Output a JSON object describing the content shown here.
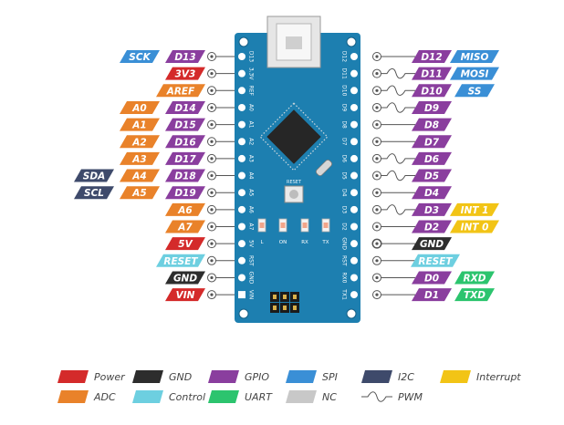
{
  "colors": {
    "power": "#d42a2a",
    "gnd": "#2d2d2d",
    "gpio": "#8a3e9e",
    "spi": "#3a8fd6",
    "i2c": "#3e4a6b",
    "interrupt": "#f2c416",
    "adc": "#e9822a",
    "control": "#6dcfe0",
    "uart": "#2cc46e",
    "nc": "#c8c8c8",
    "board": "#1d7fb0",
    "board_dark": "#145f86"
  },
  "left_rows": [
    {
      "board": "D13",
      "labels": [
        {
          "text": "SCK",
          "type": "spi"
        },
        {
          "text": "D13",
          "type": "gpio"
        }
      ]
    },
    {
      "board": "3.3V",
      "labels": [
        {
          "text": "3V3",
          "type": "power"
        }
      ]
    },
    {
      "board": "REF",
      "labels": [
        {
          "text": "AREF",
          "type": "adc"
        }
      ]
    },
    {
      "board": "A0",
      "labels": [
        {
          "text": "A0",
          "type": "adc"
        },
        {
          "text": "D14",
          "type": "gpio"
        }
      ]
    },
    {
      "board": "A1",
      "labels": [
        {
          "text": "A1",
          "type": "adc"
        },
        {
          "text": "D15",
          "type": "gpio"
        }
      ]
    },
    {
      "board": "A2",
      "labels": [
        {
          "text": "A2",
          "type": "adc"
        },
        {
          "text": "D16",
          "type": "gpio"
        }
      ]
    },
    {
      "board": "A3",
      "labels": [
        {
          "text": "A3",
          "type": "adc"
        },
        {
          "text": "D17",
          "type": "gpio"
        }
      ]
    },
    {
      "board": "A4",
      "labels": [
        {
          "text": "SDA",
          "type": "i2c"
        },
        {
          "text": "A4",
          "type": "adc"
        },
        {
          "text": "D18",
          "type": "gpio"
        }
      ]
    },
    {
      "board": "A5",
      "labels": [
        {
          "text": "SCL",
          "type": "i2c"
        },
        {
          "text": "A5",
          "type": "adc"
        },
        {
          "text": "D19",
          "type": "gpio"
        }
      ]
    },
    {
      "board": "A6",
      "labels": [
        {
          "text": "A6",
          "type": "adc"
        }
      ]
    },
    {
      "board": "A7",
      "labels": [
        {
          "text": "A7",
          "type": "adc"
        }
      ]
    },
    {
      "board": "5V",
      "labels": [
        {
          "text": "5V",
          "type": "power"
        }
      ]
    },
    {
      "board": "RST",
      "labels": [
        {
          "text": "RESET",
          "type": "control"
        }
      ]
    },
    {
      "board": "GND",
      "labels": [
        {
          "text": "GND",
          "type": "gnd"
        }
      ]
    },
    {
      "board": "VIN",
      "labels": [
        {
          "text": "VIN",
          "type": "power"
        }
      ]
    }
  ],
  "right_rows": [
    {
      "board": "D12",
      "pwm": false,
      "labels": [
        {
          "text": "D12",
          "type": "gpio"
        },
        {
          "text": "MISO",
          "type": "spi"
        }
      ]
    },
    {
      "board": "D11",
      "pwm": true,
      "labels": [
        {
          "text": "D11",
          "type": "gpio"
        },
        {
          "text": "MOSI",
          "type": "spi"
        }
      ]
    },
    {
      "board": "D10",
      "pwm": true,
      "labels": [
        {
          "text": "D10",
          "type": "gpio"
        },
        {
          "text": "SS",
          "type": "spi"
        }
      ]
    },
    {
      "board": "D9",
      "pwm": true,
      "labels": [
        {
          "text": "D9",
          "type": "gpio"
        }
      ]
    },
    {
      "board": "D8",
      "pwm": false,
      "labels": [
        {
          "text": "D8",
          "type": "gpio"
        }
      ]
    },
    {
      "board": "D7",
      "pwm": false,
      "labels": [
        {
          "text": "D7",
          "type": "gpio"
        }
      ]
    },
    {
      "board": "D6",
      "pwm": true,
      "labels": [
        {
          "text": "D6",
          "type": "gpio"
        }
      ]
    },
    {
      "board": "D5",
      "pwm": true,
      "labels": [
        {
          "text": "D5",
          "type": "gpio"
        }
      ]
    },
    {
      "board": "D4",
      "pwm": false,
      "labels": [
        {
          "text": "D4",
          "type": "gpio"
        }
      ]
    },
    {
      "board": "D3",
      "pwm": true,
      "labels": [
        {
          "text": "D3",
          "type": "gpio"
        },
        {
          "text": "INT 1",
          "type": "interrupt"
        }
      ]
    },
    {
      "board": "D2",
      "pwm": false,
      "labels": [
        {
          "text": "D2",
          "type": "gpio"
        },
        {
          "text": "INT 0",
          "type": "interrupt"
        }
      ]
    },
    {
      "board": "GND",
      "pwm": false,
      "labels": [
        {
          "text": "GND",
          "type": "gnd"
        }
      ]
    },
    {
      "board": "RST",
      "pwm": false,
      "labels": [
        {
          "text": "RESET",
          "type": "control"
        }
      ]
    },
    {
      "board": "RX0",
      "pwm": false,
      "labels": [
        {
          "text": "D0",
          "type": "gpio"
        },
        {
          "text": "RXD",
          "type": "uart"
        }
      ]
    },
    {
      "board": "TX1",
      "pwm": false,
      "labels": [
        {
          "text": "D1",
          "type": "gpio"
        },
        {
          "text": "TXD",
          "type": "uart"
        }
      ]
    }
  ],
  "board": {
    "reset_label": "RESET",
    "led_labels": [
      "L",
      "ON",
      "RX",
      "TX"
    ]
  },
  "legend": [
    {
      "label": "Power",
      "type": "power"
    },
    {
      "label": "GND",
      "type": "gnd"
    },
    {
      "label": "GPIO",
      "type": "gpio"
    },
    {
      "label": "SPI",
      "type": "spi"
    },
    {
      "label": "I2C",
      "type": "i2c"
    },
    {
      "label": "Interrupt",
      "type": "interrupt"
    },
    {
      "label": "ADC",
      "type": "adc"
    },
    {
      "label": "Control",
      "type": "control"
    },
    {
      "label": "UART",
      "type": "uart"
    },
    {
      "label": "NC",
      "type": "nc"
    },
    {
      "label": "PWM",
      "type": "pwm"
    }
  ]
}
